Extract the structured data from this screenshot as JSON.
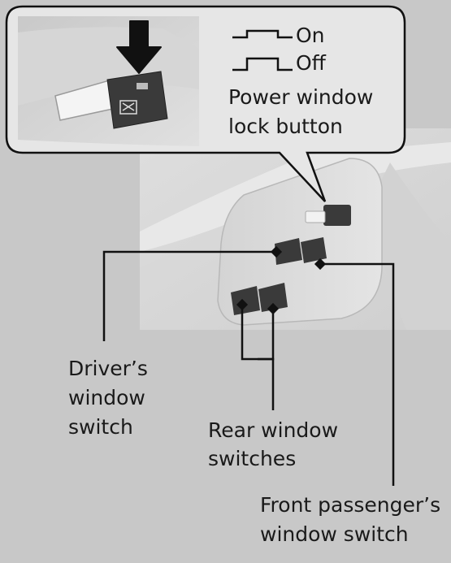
{
  "legend": {
    "on_label": "On",
    "off_label": "Off",
    "lock_button_label_line1": "Power window",
    "lock_button_label_line2": "lock button"
  },
  "callouts": {
    "driver_line1": "Driver’s",
    "driver_line2": "window",
    "driver_line3": "switch",
    "rear_line1": "Rear window",
    "rear_line2": "switches",
    "passenger_line1": "Front passenger’s",
    "passenger_line2": "window switch"
  },
  "colors": {
    "background": "#c8c8c8",
    "bubble": "#e6e6e6",
    "switch_dark": "#3a3a3a",
    "arrow": "#111111"
  }
}
